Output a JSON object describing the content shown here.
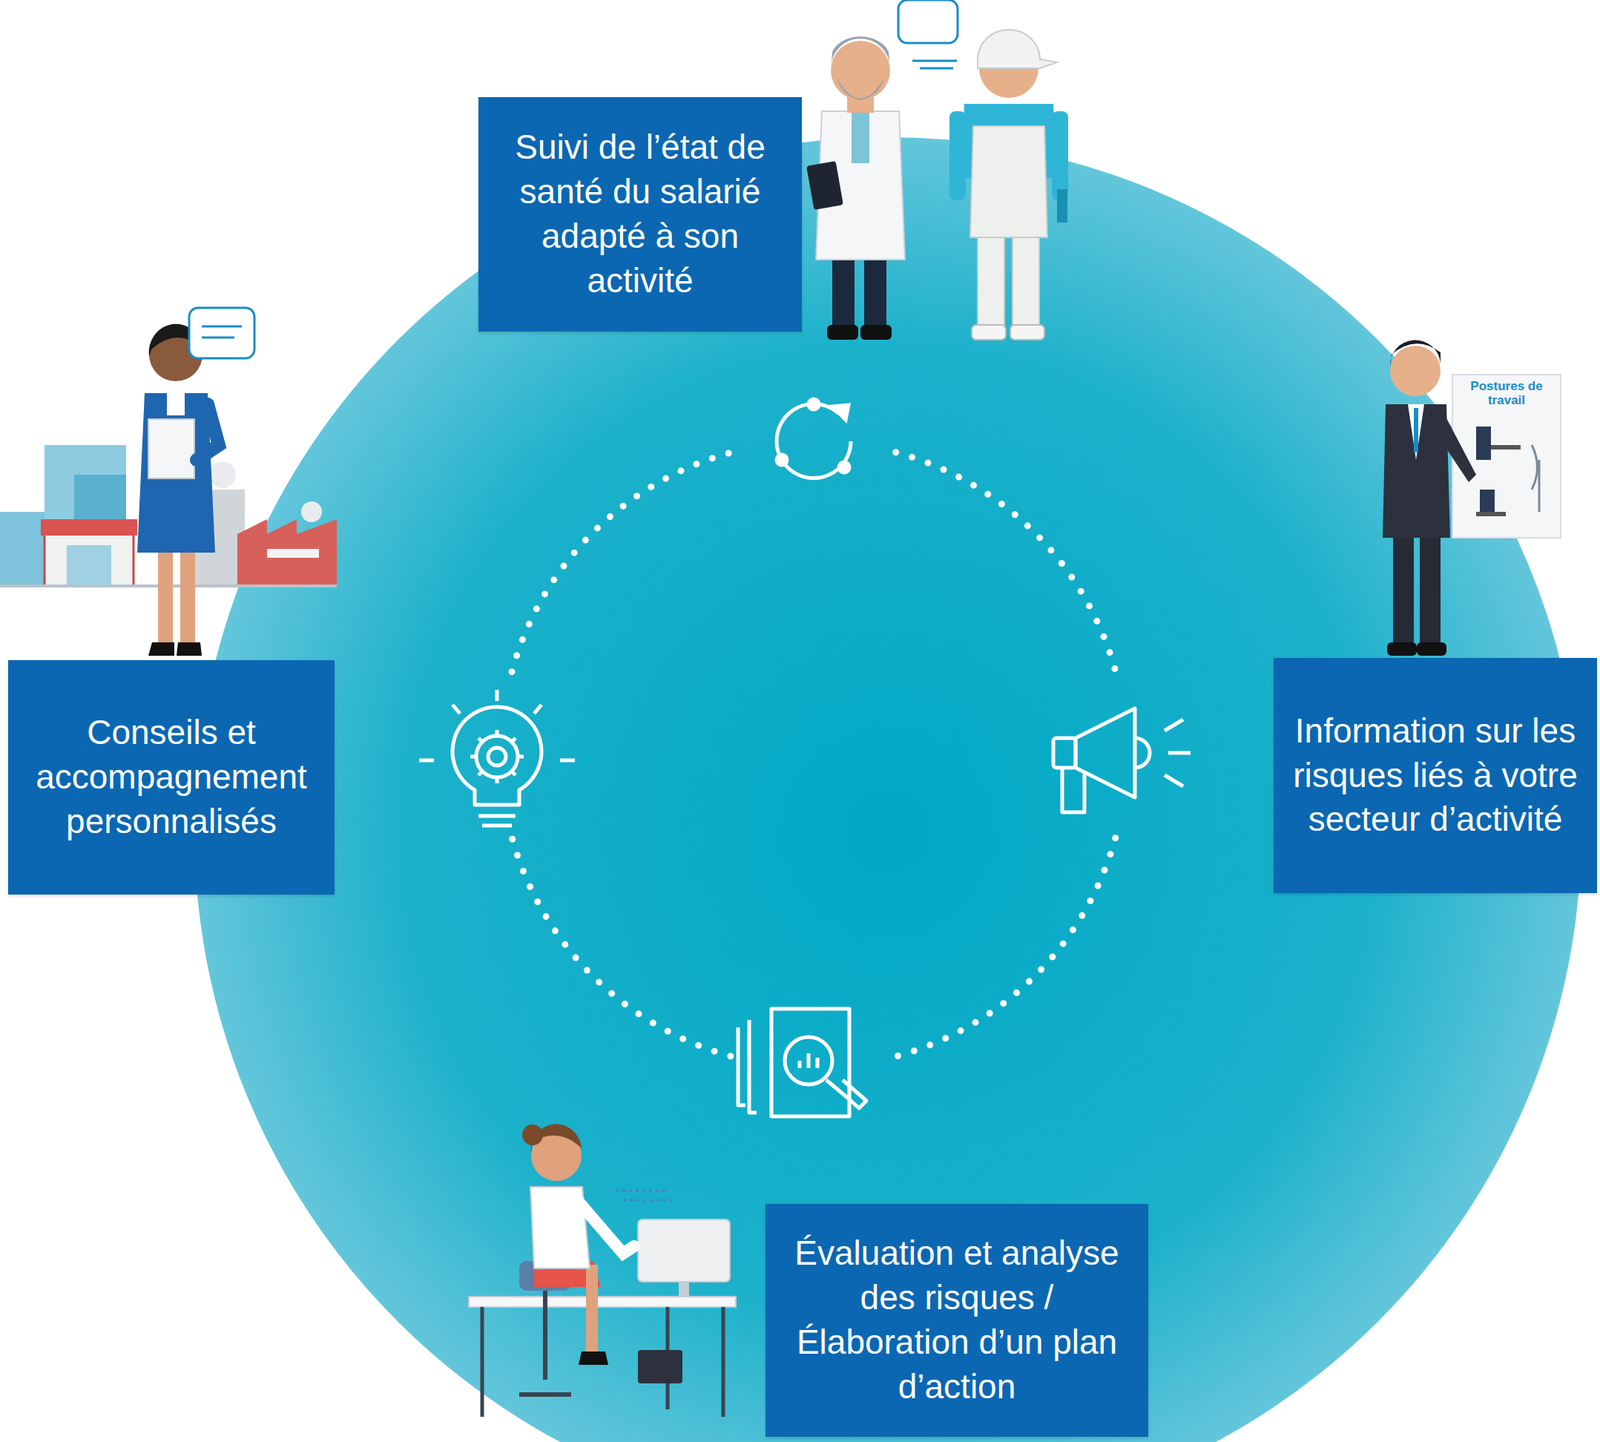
{
  "diagram": {
    "nodes": [
      {
        "text": [
          "Suivi de l’état de santé du salarié adapté à son activité"
        ]
      },
      {
        "text": [
          "Information sur les risques liés à votre secteur d’activité"
        ]
      },
      {
        "text": [
          "Évaluation et analyse des risques / Élaboration d’un plan d’action"
        ]
      },
      {
        "text": [
          "Conseils et accompagnement personnalisés"
        ]
      }
    ],
    "labels": [
      "Postures de travail"
    ]
  }
}
